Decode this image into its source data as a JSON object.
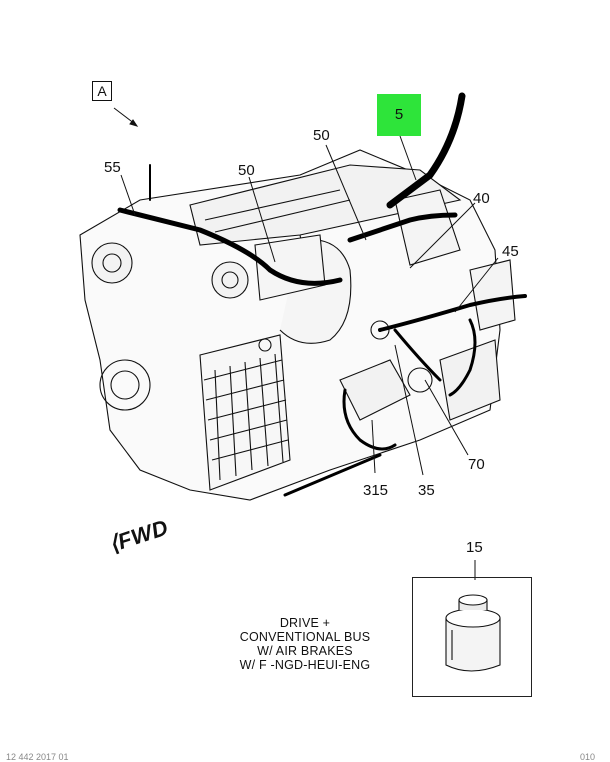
{
  "view_label": "A",
  "highlighted_callout": "5",
  "highlight_color": "#2ee43a",
  "callouts": {
    "c55": "55",
    "c50a": "50",
    "c50b": "50",
    "c40": "40",
    "c45": "45",
    "c70": "70",
    "c35": "35",
    "c315": "315",
    "c15": "15"
  },
  "fwd_label": "FWD",
  "note_lines": [
    "DRIVE +",
    "CONVENTIONAL BUS",
    "W/ AIR BRAKES",
    "W/ F -NGD-HEUI-ENG"
  ],
  "footer_left": "12 442 2017 01",
  "footer_right": "010"
}
